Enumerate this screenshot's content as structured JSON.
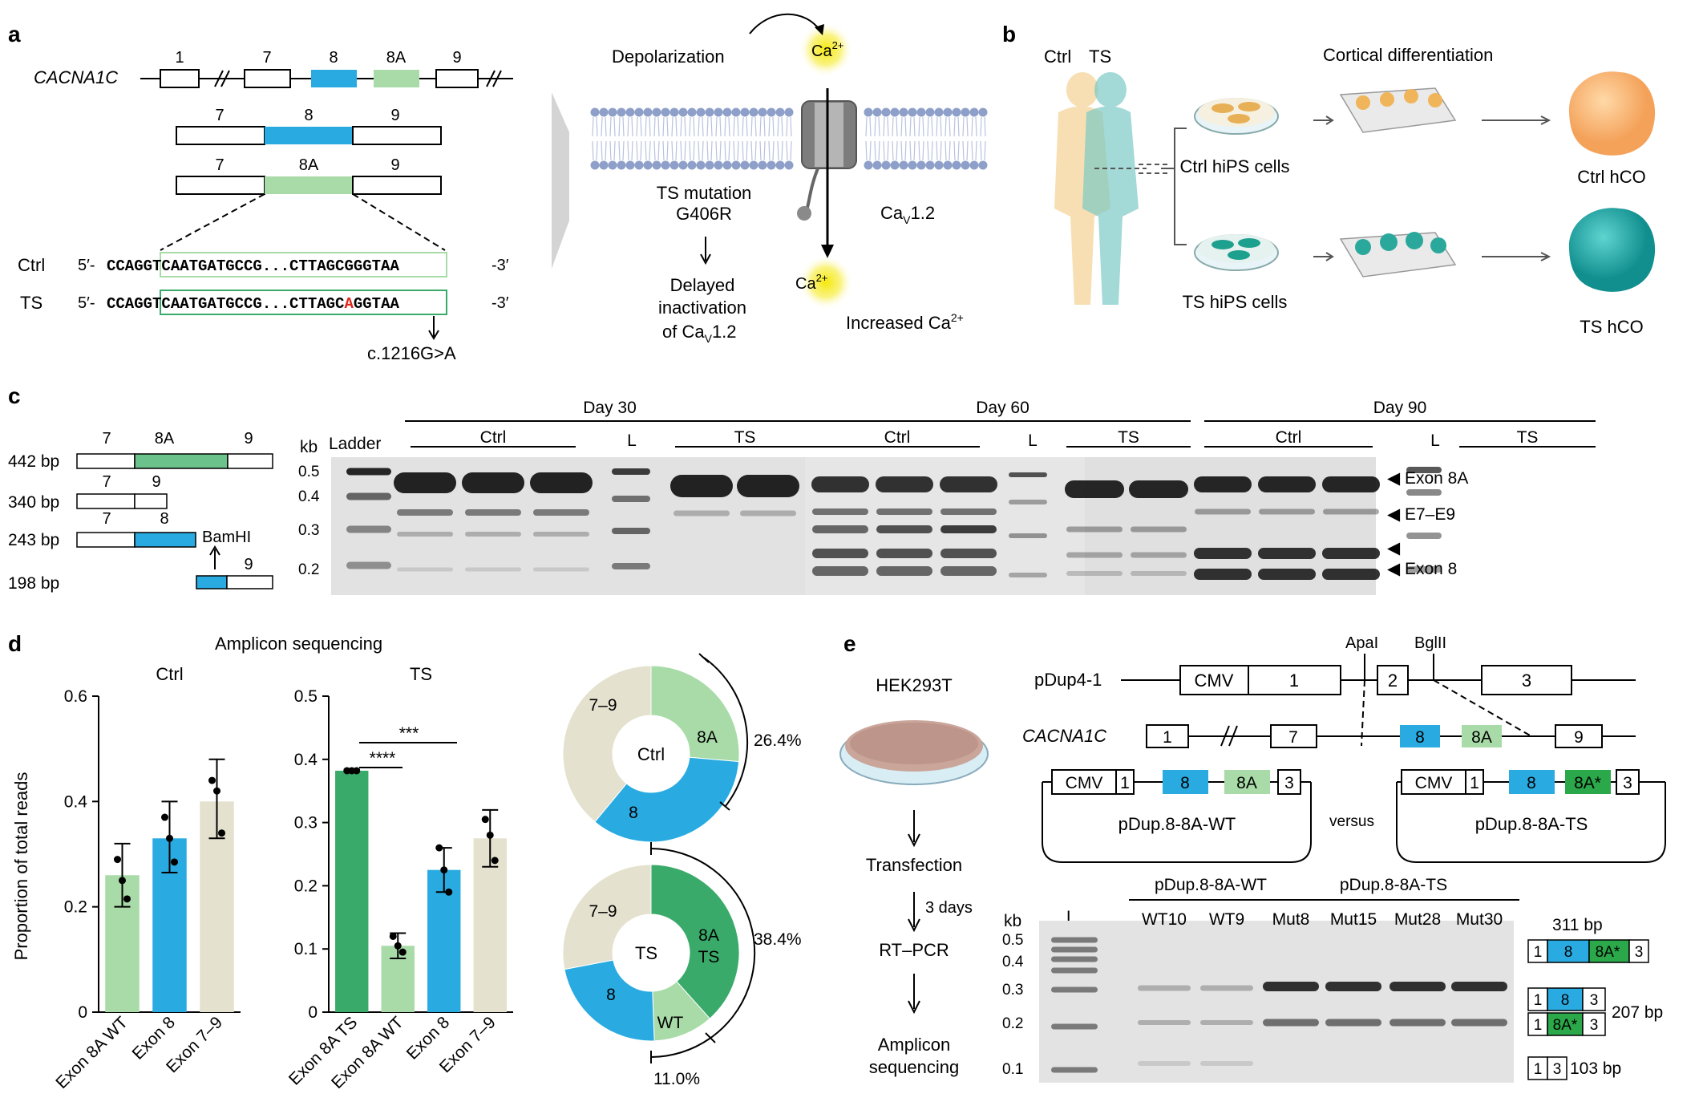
{
  "colors": {
    "exon8": "#29abe2",
    "exon8A": "#a8dba8",
    "exon8A_ts": "#3aaa6a",
    "exon79": "#e4e1cf",
    "ca": "#f5e90a",
    "mut": "#e0281c"
  },
  "panel_a": {
    "label": "a",
    "gene": "CACNA1C",
    "exon_labels": [
      "1",
      "7",
      "8",
      "8A",
      "9"
    ],
    "iso1_labels": [
      "7",
      "8",
      "9"
    ],
    "iso2_labels": [
      "7",
      "8A",
      "9"
    ],
    "ctrl_label": "Ctrl",
    "ts_label": "TS",
    "seq_prefix": "5′-",
    "seq_suffix": "-3′",
    "ctrl_seq": "CCAGGTCAATGATGCCG...CTTAGCGGGTAA",
    "ts_seq_a": "CCAGGTCAATGATGCCG...CTTAGC",
    "ts_seq_mut": "A",
    "ts_seq_b": "GGTAA",
    "mutation": "c.1216G>A",
    "depolarization": "Depolarization",
    "ca": "Ca",
    "ca_sup": "2+",
    "ts_mutation": "TS mutation",
    "g406r": "G406R",
    "cav": "Ca",
    "cav_sub": "V",
    "cav_rest": "1.2",
    "delayed1": "Delayed",
    "delayed2": "inactivation",
    "delayed3": "of Ca",
    "increased": "Increased Ca"
  },
  "panel_b": {
    "label": "b",
    "ctrl": "Ctrl",
    "ts": "TS",
    "cortical": "Cortical differentiation",
    "ctrl_hips": "Ctrl hiPS cells",
    "ts_hips": "TS hiPS cells",
    "ctrl_hco": "Ctrl hCO",
    "ts_hco": "TS hCO"
  },
  "panel_c": {
    "label": "c",
    "bp": [
      "442 bp",
      "340 bp",
      "243 bp",
      "198 bp"
    ],
    "row442": [
      "7",
      "8A",
      "9"
    ],
    "row340": [
      "7",
      "9"
    ],
    "row243": [
      "7",
      "8"
    ],
    "row198": "9",
    "bamhi": "BamHI",
    "kb": "kb",
    "ladder": "Ladder",
    "ticks": [
      "0.5",
      "0.4",
      "0.3",
      "0.2"
    ],
    "days": [
      "Day 30",
      "Day 60",
      "Day 90"
    ],
    "ctrl": "Ctrl",
    "L": "L",
    "ts": "TS",
    "right_labels": [
      "Exon 8A",
      "E7–E9",
      "Exon 8"
    ]
  },
  "panel_d": {
    "label": "d",
    "title": "Amplicon sequencing",
    "ylabel": "Proportion of total reads",
    "sig1": "****",
    "sig2": "***",
    "donut_ctrl": {
      "center": "Ctrl",
      "slices": [
        "7–9",
        "8A",
        "8"
      ],
      "pct": "26.4%"
    },
    "donut_ts": {
      "center": "TS",
      "slices": [
        "7–9",
        "8A",
        "TS",
        "8",
        "WT"
      ],
      "pct_top": "38.4%",
      "pct_bot": "11.0%"
    }
  },
  "chart_data": [
    {
      "type": "bar",
      "title": "Ctrl",
      "categories": [
        "Exon 8A WT",
        "Exon 8",
        "Exon 7–9"
      ],
      "values": [
        0.26,
        0.33,
        0.4
      ],
      "errors": [
        [
          0.2,
          0.32
        ],
        [
          0.265,
          0.4
        ],
        [
          0.33,
          0.48
        ]
      ],
      "points": [
        [
          0.29,
          0.25,
          0.215
        ],
        [
          0.37,
          0.33,
          0.285
        ],
        [
          0.44,
          0.42,
          0.34
        ]
      ],
      "ylabel": "Proportion of total reads",
      "ylim": [
        0,
        0.6
      ],
      "yticks": [
        "0",
        "0.2",
        "0.4",
        "0.6"
      ]
    },
    {
      "type": "bar",
      "title": "TS",
      "categories": [
        "Exon 8A TS",
        "Exon 8A WT",
        "Exon 8",
        "Exon 7–9"
      ],
      "values": [
        0.382,
        0.105,
        0.225,
        0.275
      ],
      "errors": [
        [
          0.38,
          0.384
        ],
        [
          0.085,
          0.125
        ],
        [
          0.19,
          0.26
        ],
        [
          0.23,
          0.32
        ]
      ],
      "points": [
        [
          0.382,
          0.382,
          0.382
        ],
        [
          0.12,
          0.105,
          0.095
        ],
        [
          0.26,
          0.225,
          0.19
        ],
        [
          0.305,
          0.28,
          0.24
        ]
      ],
      "ylim": [
        0,
        0.5
      ],
      "yticks": [
        "0",
        "0.1",
        "0.2",
        "0.3",
        "0.4",
        "0.5"
      ]
    }
  ],
  "panel_e": {
    "label": "e",
    "cell": "HEK293T",
    "transfection": "Transfection",
    "days": "3 days",
    "rtpcr": "RT–PCR",
    "amplicon1": "Amplicon",
    "amplicon2": "sequencing",
    "pdup41": "pDup4-1",
    "cmv": "CMV",
    "apai": "ApaI",
    "bglii": "BglII",
    "vec_exons": [
      "1",
      "2",
      "3"
    ],
    "gene": "CACNA1C",
    "gene_exons": [
      "1",
      "7",
      "8",
      "8A",
      "9"
    ],
    "wt_plasmid": "pDup.8-8A-WT",
    "ts_plasmid": "pDup.8-8A-TS",
    "versus": "versus",
    "plasmid_exons": [
      "1",
      "8",
      "8A",
      "3"
    ],
    "ts_exon": "8A*",
    "kb": "kb",
    "L": "L",
    "ticks": [
      "0.5",
      "0.4",
      "0.3",
      "0.2",
      "0.1"
    ],
    "wt_lanes": [
      "WT10",
      "WT9"
    ],
    "ts_lanes": [
      "Mut8",
      "Mut15",
      "Mut28",
      "Mut30"
    ],
    "bp311": "311 bp",
    "bp207": "207 bp",
    "bp103": "103 bp"
  }
}
